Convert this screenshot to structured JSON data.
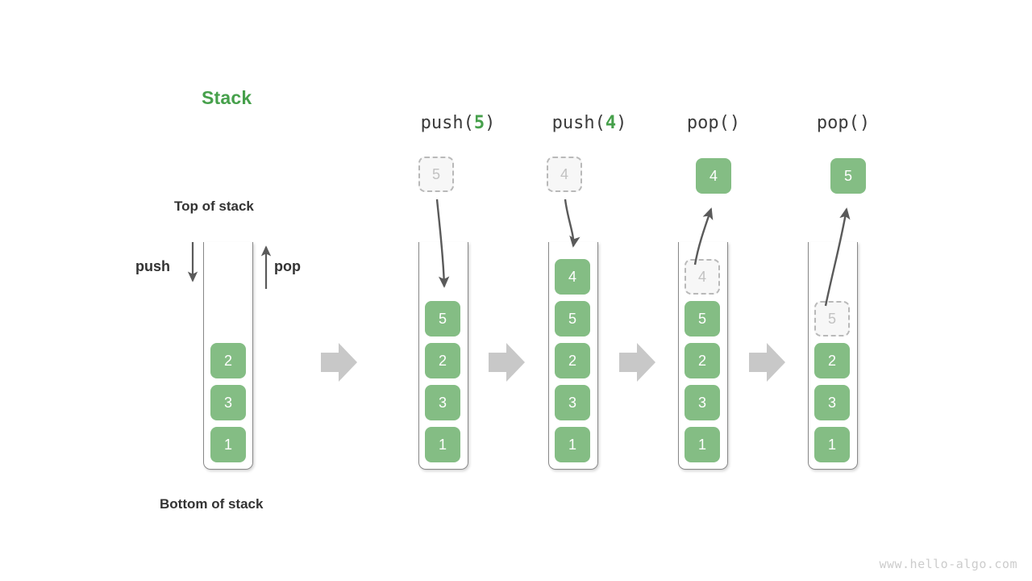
{
  "title": "Stack",
  "labels": {
    "top_of_stack": "Top of stack",
    "bottom_of_stack": "Bottom of stack",
    "push": "push",
    "pop": "pop"
  },
  "colors": {
    "accent_green": "#46a04b",
    "box_green": "#84bd84",
    "ghost_fill": "#f7f7f7",
    "ghost_border": "#b9b9b9",
    "ghost_text": "#c2c2c2",
    "tube_stroke": "#888888",
    "arrow_gray": "#5a5a5a",
    "transition_arrow": "#c8c8c8",
    "text_dark": "#333333",
    "watermark": "#cccccc"
  },
  "initial_stack": {
    "items": [
      "2",
      "3",
      "1"
    ],
    "top_label": "Top of stack",
    "bottom_label": "Bottom of stack"
  },
  "steps": [
    {
      "op": "push",
      "arg": "5",
      "header_prefix": "push(",
      "header_suffix": ")",
      "direction": "in",
      "floating": {
        "value": "5",
        "style": "ghost"
      },
      "stack": [
        "5",
        "2",
        "3",
        "1"
      ],
      "ghost_slot_index": null
    },
    {
      "op": "push",
      "arg": "4",
      "header_prefix": "push(",
      "header_suffix": ")",
      "direction": "in",
      "floating": {
        "value": "4",
        "style": "ghost"
      },
      "stack": [
        "4",
        "5",
        "2",
        "3",
        "1"
      ],
      "ghost_slot_index": null
    },
    {
      "op": "pop",
      "arg": "",
      "header_prefix": "pop(",
      "header_suffix": ")",
      "direction": "out",
      "floating": {
        "value": "4",
        "style": "solid"
      },
      "stack": [
        "4",
        "5",
        "2",
        "3",
        "1"
      ],
      "ghost_slot_index": 0
    },
    {
      "op": "pop",
      "arg": "",
      "header_prefix": "pop(",
      "header_suffix": ")",
      "direction": "out",
      "floating": {
        "value": "5",
        "style": "solid"
      },
      "stack": [
        "5",
        "2",
        "3",
        "1"
      ],
      "ghost_slot_index": 0
    }
  ],
  "watermark": "www.hello-algo.com"
}
